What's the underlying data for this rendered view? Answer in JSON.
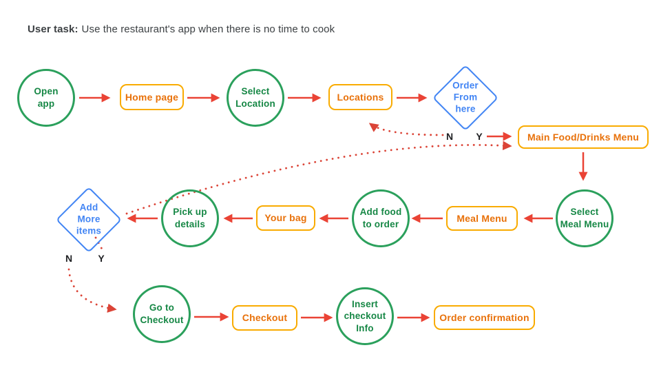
{
  "title": {
    "label_bold": "User task:",
    "label_rest": "Use the restaurant's app when there is no time to cook"
  },
  "branch": {
    "no": "N",
    "yes": "Y"
  },
  "nodes": {
    "open_app": {
      "label": "Open\napp",
      "shape": "circle"
    },
    "home_page": {
      "label": "Home page",
      "shape": "rounded-rect"
    },
    "select_location": {
      "label": "Select\nLocation",
      "shape": "circle"
    },
    "locations": {
      "label": "Locations",
      "shape": "rounded-rect"
    },
    "order_from_here": {
      "label": "Order\nFrom\nhere",
      "shape": "diamond"
    },
    "main_menu": {
      "label": "Main Food/Drinks Menu",
      "shape": "rounded-rect"
    },
    "select_meal_menu": {
      "label": "Select\nMeal Menu",
      "shape": "circle"
    },
    "meal_menu": {
      "label": "Meal Menu",
      "shape": "rounded-rect"
    },
    "add_food": {
      "label": "Add food\nto order",
      "shape": "circle"
    },
    "your_bag": {
      "label": "Your bag",
      "shape": "rounded-rect"
    },
    "pickup_details": {
      "label": "Pick up\ndetails",
      "shape": "circle"
    },
    "add_more_items": {
      "label": "Add\nMore\nitems",
      "shape": "diamond"
    },
    "go_to_checkout": {
      "label": "Go to\nCheckout",
      "shape": "circle"
    },
    "checkout": {
      "label": "Checkout",
      "shape": "rounded-rect"
    },
    "insert_checkout_info": {
      "label": "Insert\ncheckout\nInfo",
      "shape": "circle"
    },
    "order_confirmation": {
      "label": "Order confirmation",
      "shape": "rounded-rect"
    }
  },
  "edges": [
    {
      "from": "open_app",
      "to": "home_page",
      "style": "solid"
    },
    {
      "from": "home_page",
      "to": "select_location",
      "style": "solid"
    },
    {
      "from": "select_location",
      "to": "locations",
      "style": "solid"
    },
    {
      "from": "locations",
      "to": "order_from_here",
      "style": "solid"
    },
    {
      "from": "order_from_here",
      "to": "main_menu",
      "style": "solid",
      "branch": "Y"
    },
    {
      "from": "order_from_here",
      "to": "locations",
      "style": "dotted",
      "branch": "N"
    },
    {
      "from": "main_menu",
      "to": "select_meal_menu",
      "style": "solid"
    },
    {
      "from": "select_meal_menu",
      "to": "meal_menu",
      "style": "solid"
    },
    {
      "from": "meal_menu",
      "to": "add_food",
      "style": "solid"
    },
    {
      "from": "add_food",
      "to": "your_bag",
      "style": "solid"
    },
    {
      "from": "your_bag",
      "to": "pickup_details",
      "style": "solid"
    },
    {
      "from": "pickup_details",
      "to": "add_more_items",
      "style": "solid"
    },
    {
      "from": "add_more_items",
      "to": "main_menu",
      "style": "dotted",
      "branch": "Y"
    },
    {
      "from": "add_more_items",
      "to": "go_to_checkout",
      "style": "dotted",
      "branch": "N"
    },
    {
      "from": "go_to_checkout",
      "to": "checkout",
      "style": "solid"
    },
    {
      "from": "checkout",
      "to": "insert_checkout_info",
      "style": "solid"
    },
    {
      "from": "insert_checkout_info",
      "to": "order_confirmation",
      "style": "solid"
    }
  ],
  "colors": {
    "circle_stroke": "#2BA05C",
    "circle_text": "#168745",
    "rect_stroke": "#F9AB00",
    "rect_text": "#E8710A",
    "diamond_stroke": "#4285F4",
    "diamond_text": "#4285F4",
    "arrow_solid": "#EA4335",
    "arrow_dotted": "#DB4437",
    "branch_label": "#202124",
    "title_text": "#3C4043",
    "background": "#FFFFFF"
  }
}
